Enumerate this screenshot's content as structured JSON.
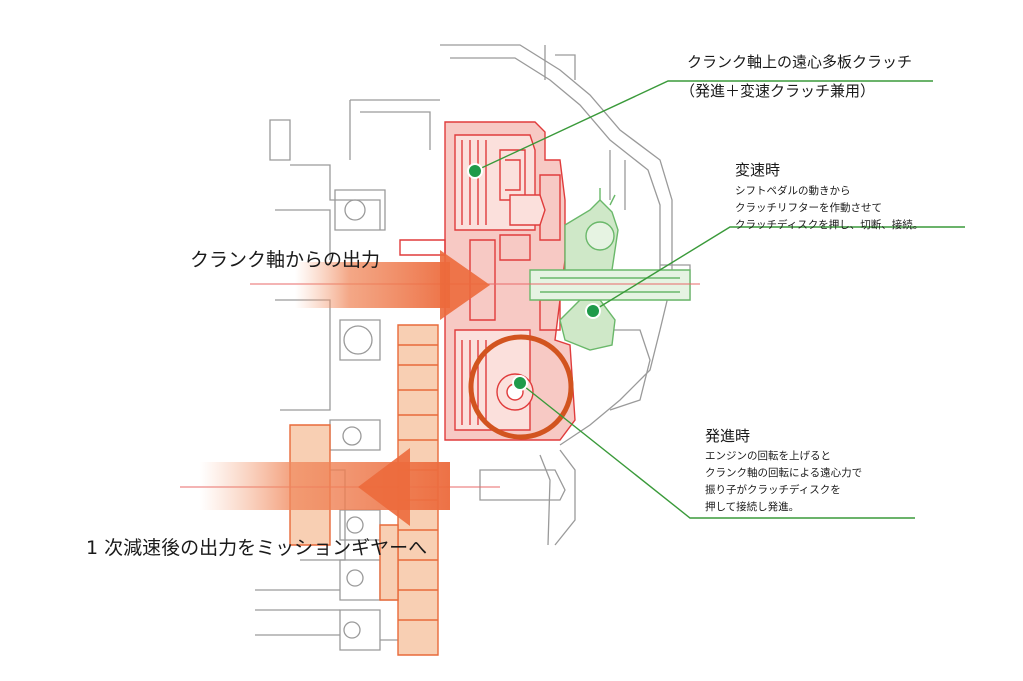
{
  "labels": {
    "clutch_title": "クランク軸上の遠心多板クラッチ",
    "clutch_subtitle": "（発進＋変速クラッチ兼用）",
    "shift": {
      "heading": "変速時",
      "lines": [
        "シフトペダルの動きから",
        "クラッチリフターを作動させて",
        "クラッチディスクを押し、切断、接続。"
      ]
    },
    "start": {
      "heading": "発進時",
      "lines": [
        "エンジンの回転を上げると",
        "クランク軸の回転による遠心力で",
        "振り子がクラッチディスクを",
        "押して接続し発進。"
      ]
    },
    "crank_output": "クランク軸からの出力",
    "primary_output": "1 次減速後の出力をミッションギヤーへ"
  },
  "colors": {
    "callout_green": "#3a9a3a",
    "dot_green": "#1f9a4a",
    "clutch_red": "#e03c3c",
    "clutch_fill": "#f7c9c4",
    "gear_orange": "#e86a3a",
    "gear_fill": "#f8cfb3",
    "lifter_green": "#6ab86a",
    "lifter_fill": "#cfe8c8",
    "ring_orange": "#d2541f",
    "housing_gray": "#9a9a9a"
  }
}
